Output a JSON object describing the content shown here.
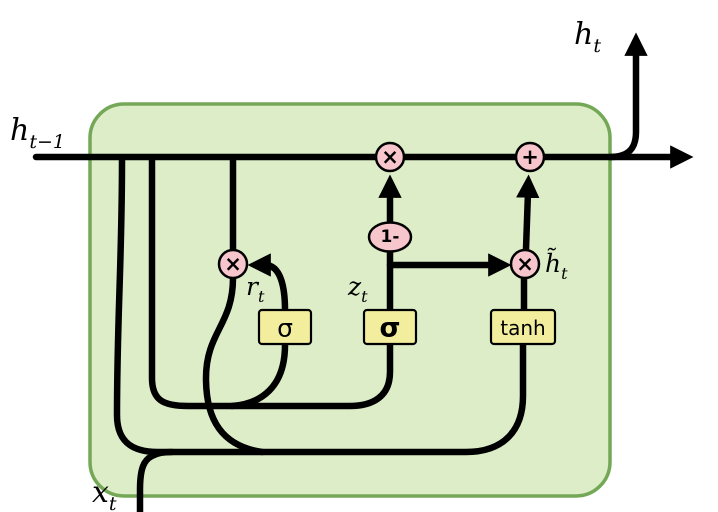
{
  "diagram": {
    "labels": {
      "h_prev": {
        "main": "h",
        "sub": "t−1"
      },
      "h_out": {
        "main": "h",
        "sub": "t"
      },
      "x_in": {
        "main": "x",
        "sub": "t"
      },
      "r_gate": {
        "main": "r",
        "sub": "t"
      },
      "z_gate": {
        "main": "z",
        "sub": "t"
      },
      "h_candidate": {
        "main": "h̃",
        "sub": "t"
      }
    },
    "nodes": {
      "mul_left": "×",
      "mul_main": "×",
      "mul_right": "×",
      "add_main": "+",
      "one_minus": "1-"
    },
    "boxes": {
      "sigma_r": "σ",
      "sigma_z": "σ",
      "tanh": "tanh"
    },
    "colors": {
      "cell_fill": "#dcedc8",
      "cell_stroke": "#74a857",
      "node_fill": "#f7c5cc",
      "box_fill": "#f3ee9e",
      "wire": "#000000"
    }
  }
}
